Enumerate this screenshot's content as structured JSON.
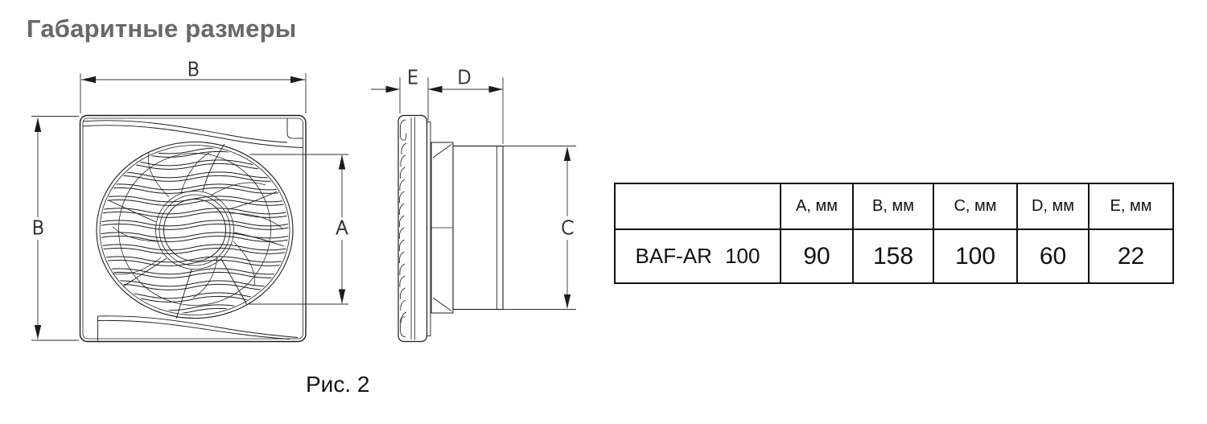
{
  "title": "Габаритные размеры",
  "figure_caption": "Рис. 2",
  "drawing": {
    "front_view": {
      "width_label": "B",
      "height_label": "B",
      "impeller_label": "A"
    },
    "side_view": {
      "panel_depth_label": "E",
      "duct_length_label": "D",
      "duct_diameter_label": "C"
    }
  },
  "table": {
    "headers": [
      "",
      "A, мм",
      "B, мм",
      "C, мм",
      "D, мм",
      "E, мм"
    ],
    "rows": [
      {
        "model": "BAF-AR 100",
        "values": [
          "90",
          "158",
          "100",
          "60",
          "22"
        ]
      }
    ]
  },
  "colors": {
    "title_text": "#67686a",
    "drawing_line": "#1b1b1b",
    "table_text": "#111111",
    "background": "#ffffff"
  }
}
